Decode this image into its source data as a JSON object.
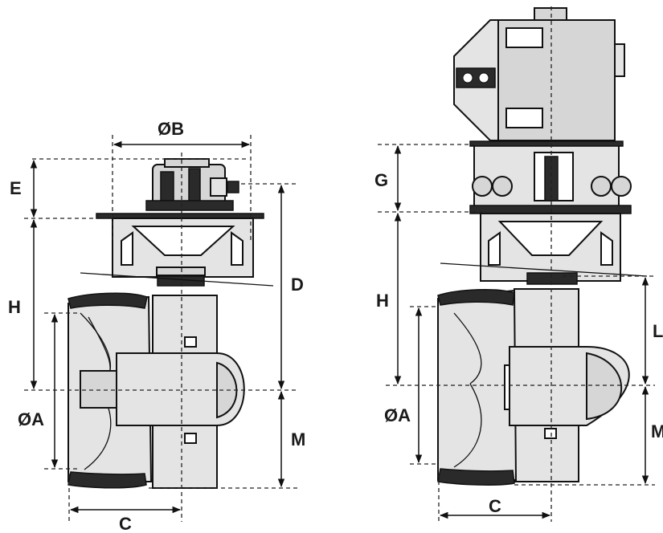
{
  "left_drawing": {
    "labels": {
      "diameter_b": "ØB",
      "e": "E",
      "h": "H",
      "d": "D",
      "diameter_a": "ØA",
      "m": "M",
      "c": "C"
    }
  },
  "right_drawing": {
    "labels": {
      "g": "G",
      "h": "H",
      "diameter_a": "ØA",
      "l": "L",
      "m": "M",
      "c": "C"
    }
  },
  "colors": {
    "line": "#111111",
    "fill_light": "#e4e4e4",
    "fill_mid": "#d6d6d6",
    "background": "#ffffff"
  }
}
